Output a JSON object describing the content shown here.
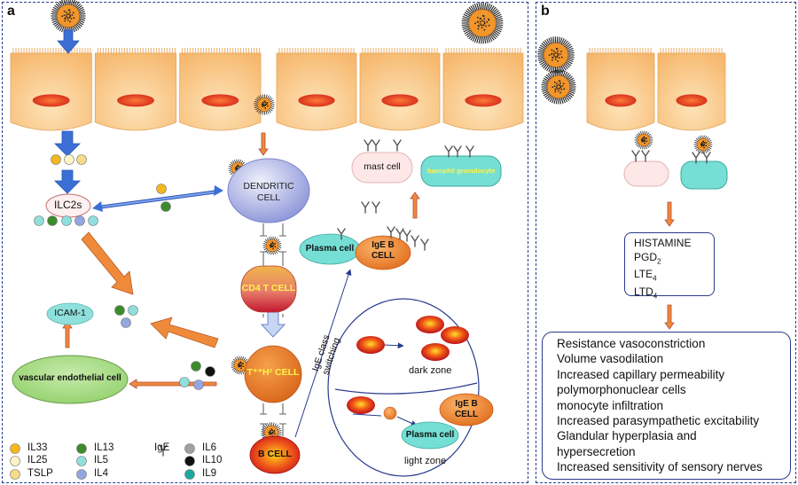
{
  "panel_a": {
    "letter": "a",
    "ilc2s": "ILC2s",
    "dendritic_cell": [
      "DENDRITIC",
      "CELL"
    ],
    "cd4_t_cell": "CD4 T CELL",
    "th2_cell": "T⁺⁺H² CELL",
    "b_cell": "B  CELL",
    "mast_cell": "mast cell",
    "basophil": "basophil granulocyte",
    "plasma_cell": "Plasma cell",
    "ige_b_cell": [
      "IgE B",
      "CELL"
    ],
    "icam": "ICAM-1",
    "vascular": "vascular endothelial cell",
    "class_switching": [
      "IgE class",
      "switching"
    ],
    "dark_zone": "dark zone",
    "light_zone": "light zone",
    "light_plasma": "Plasma cell",
    "light_ige": [
      "IgE B",
      "CELL"
    ]
  },
  "legend": {
    "items": [
      {
        "label": "IL33",
        "color": "#f5b81c"
      },
      {
        "label": "IL25",
        "color": "#fdf3c8"
      },
      {
        "label": "TSLP",
        "color": "#f7dc86"
      },
      {
        "label": "IL13",
        "color": "#3c8c2c"
      },
      {
        "label": "IL5",
        "color": "#8fe0dc"
      },
      {
        "label": "IL4",
        "color": "#93a6e0"
      },
      {
        "label": "IgE",
        "color": "#666666"
      },
      {
        "label": "IL6",
        "color": "#a0a0a0"
      },
      {
        "label": "IL10",
        "color": "#111111"
      },
      {
        "label": "IL9",
        "color": "#1aa9a0"
      }
    ]
  },
  "panel_b": {
    "letter": "b",
    "mediators": [
      {
        "main": "HISTAMINE",
        "sub": ""
      },
      {
        "main": "PGD",
        "sub": "2"
      },
      {
        "main": "LTE",
        "sub": "4"
      },
      {
        "main": "LTD",
        "sub": "4"
      }
    ],
    "effects": [
      "Resistance vasoconstriction",
      "Volume vasodilation",
      "Increased capillary permeability",
      "polymorphonuclear cells",
      "monocyte infiltration",
      "Increased parasympathetic excitability",
      "Glandular hyperplasia and",
      "hypersecretion",
      "Increased sensitivity of sensory nerves"
    ]
  },
  "colors": {
    "frame": "#2a3a8c",
    "epithelium": "#fcd39a",
    "nucleus": "#e8452a",
    "arrow_blue": "#3b6fd6",
    "arrow_orange": "#ef8a3a",
    "dendritic": "#a9b0e3",
    "mast_fill": "#fde7e7",
    "basophil_fill": "#76dfd5",
    "icam_fill": "#8fe0dc",
    "vascular_fill": "#a9db86"
  }
}
